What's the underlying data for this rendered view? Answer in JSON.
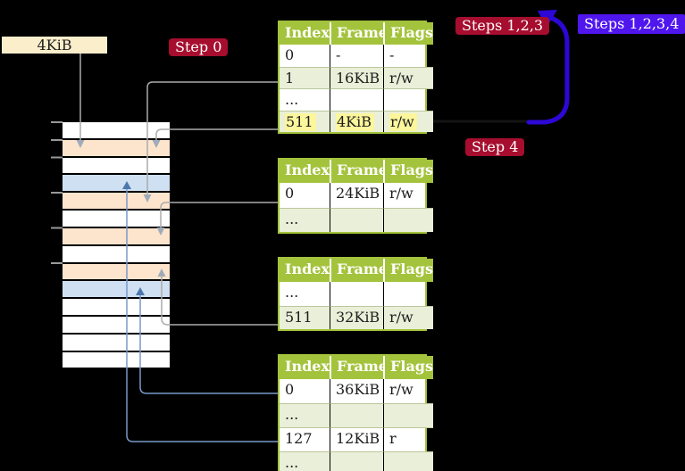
{
  "figure": {
    "page_size_label": "4KiB",
    "badges": {
      "step0": "Step 0",
      "steps123": "Steps 1,2,3",
      "steps1234": "Steps 1,2,3,4",
      "step4": "Step 4"
    }
  },
  "table_headers": [
    "Index",
    "Frame",
    "Flags"
  ],
  "tables": [
    {
      "rows": [
        [
          "0",
          "-",
          "-"
        ],
        [
          "1",
          "16KiB",
          "r/w"
        ],
        [
          "...",
          "",
          ""
        ],
        [
          "511",
          "4KiB",
          "r/w"
        ]
      ],
      "highlighted_row_index": 3
    },
    {
      "rows": [
        [
          "0",
          "24KiB",
          "r/w"
        ],
        [
          "...",
          "",
          ""
        ]
      ]
    },
    {
      "rows": [
        [
          "...",
          "",
          ""
        ],
        [
          "511",
          "32KiB",
          "r/w"
        ]
      ]
    },
    {
      "rows": [
        [
          "0",
          "36KiB",
          "r/w"
        ],
        [
          "...",
          "",
          ""
        ],
        [
          "127",
          "12KiB",
          "r"
        ],
        [
          "...",
          "",
          ""
        ]
      ]
    }
  ],
  "memory": {
    "row_types": [
      "empty",
      "page-table",
      "empty",
      "mapped",
      "page-table",
      "empty",
      "page-table",
      "empty",
      "page-table",
      "mapped",
      "empty",
      "empty",
      "empty",
      "empty"
    ]
  },
  "colors": {
    "background": "#000000",
    "badge_red": "#a60d2e",
    "badge_blue": "#5016ee",
    "arrow_blue": "#2d07d6",
    "table_header_green": "#a4c33c",
    "table_row_green": "#e9efd8",
    "highlight_yellow": "#fcf69c",
    "label_cream": "#fbeecb",
    "frame_orange": "#fde4cd",
    "frame_blue": "#cfe0f3",
    "line_gray": "#ababab",
    "arrowhead_gray": "#9fabb9",
    "line_blue": "#7999c8",
    "arrowhead_blue": "#4d77ad"
  }
}
